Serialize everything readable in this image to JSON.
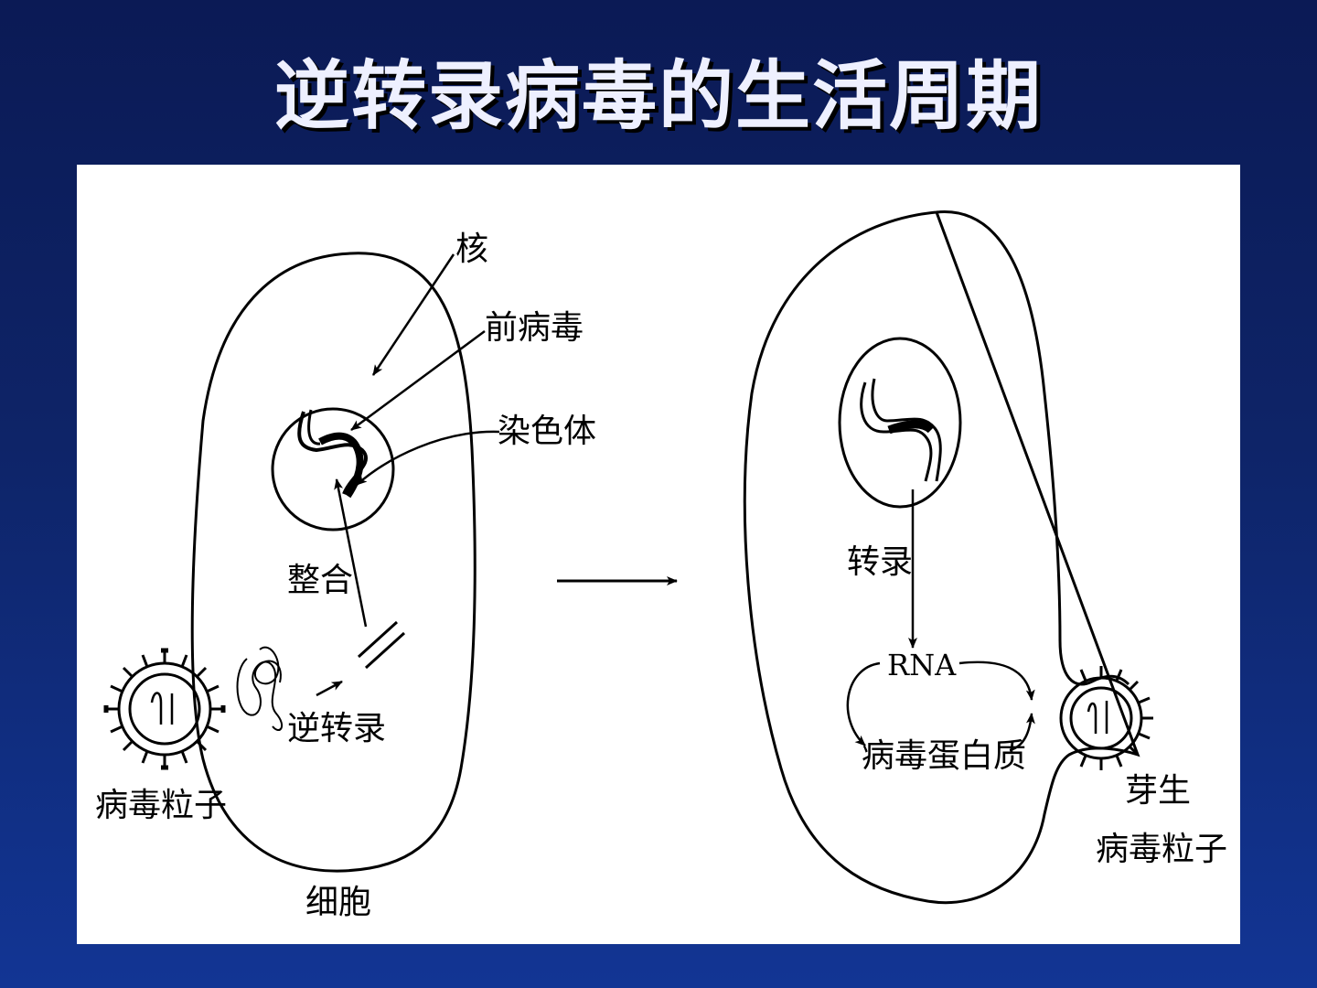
{
  "title": "逆转录病毒的生活周期",
  "labels": {
    "nucleus": "核",
    "provirus": "前病毒",
    "chromosome": "染色体",
    "integration": "整合",
    "reverse_transcription": "逆转录",
    "virus_particle_left": "病毒粒子",
    "cell": "细胞",
    "transcription": "转录",
    "rna": "RNA",
    "viral_protein": "病毒蛋白质",
    "budding": "芽生",
    "virus_particle_right": "病毒粒子"
  }
}
